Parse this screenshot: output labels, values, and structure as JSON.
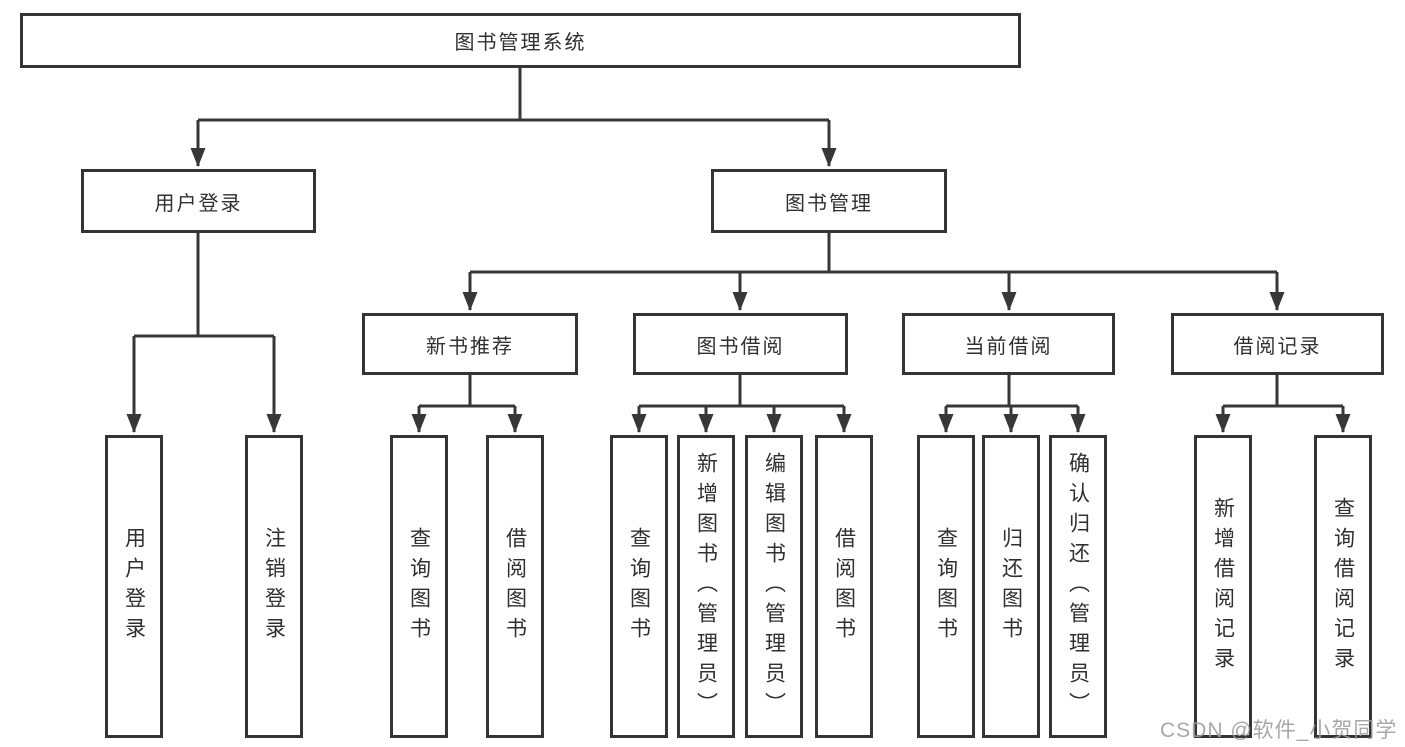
{
  "diagram": {
    "root": {
      "label": "图书管理系统"
    },
    "branches": [
      {
        "label": "用户登录",
        "children": [
          {
            "label": "用户登录"
          },
          {
            "label": "注销登录"
          }
        ]
      },
      {
        "label": "图书管理",
        "children": [
          {
            "label": "新书推荐",
            "children": [
              {
                "label": "查询图书"
              },
              {
                "label": "借阅图书"
              }
            ]
          },
          {
            "label": "图书借阅",
            "children": [
              {
                "label": "查询图书"
              },
              {
                "label": "新增图书（管理员）"
              },
              {
                "label": "编辑图书（管理员）"
              },
              {
                "label": "借阅图书"
              }
            ]
          },
          {
            "label": "当前借阅",
            "children": [
              {
                "label": "查询图书"
              },
              {
                "label": "归还图书"
              },
              {
                "label": "确认归还（管理员）"
              }
            ]
          },
          {
            "label": "借阅记录",
            "children": [
              {
                "label": "新增借阅记录"
              },
              {
                "label": "查询借阅记录"
              }
            ]
          }
        ]
      }
    ]
  },
  "watermark": "CSDN @软件_小贺同学",
  "colors": {
    "background": "#ffffff",
    "box_fill": "#ffffff",
    "box_border": "#343434",
    "line": "#373737",
    "text": "#303030",
    "watermark": "#9e9e9e"
  }
}
